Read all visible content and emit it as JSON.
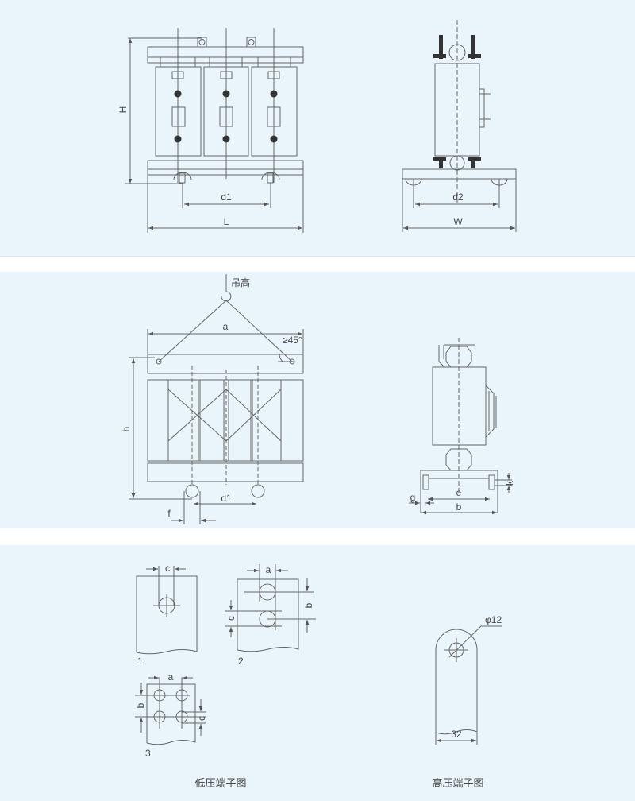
{
  "colors": {
    "panel_bg": "#eaf4fb",
    "line": "#666666",
    "separator": "#ffffff"
  },
  "front_view": {
    "height_label": "H",
    "d1_label": "d1",
    "length_label": "L"
  },
  "side_view": {
    "d2_label": "d2",
    "width_label": "W"
  },
  "lifting_view": {
    "lift_height_label": "吊高",
    "a_label": "a",
    "angle_label": "≥45°",
    "h_label": "h",
    "d1_label": "d1",
    "f_label": "f"
  },
  "lifting_side_view": {
    "g_label": "g",
    "e_label": "e",
    "b_label": "b",
    "k_label": "k"
  },
  "lv_terminals": {
    "t1": {
      "c_label": "c",
      "number": "1"
    },
    "t2": {
      "a_label": "a",
      "b_label": "b",
      "c_label": "c",
      "number": "2"
    },
    "t3": {
      "a_label": "a",
      "b_label": "b",
      "c_label": "c",
      "number": "3"
    },
    "caption": "低压端子图"
  },
  "hv_terminal": {
    "hole_label": "φ12",
    "width_label": "32",
    "caption": "高压端子图"
  }
}
